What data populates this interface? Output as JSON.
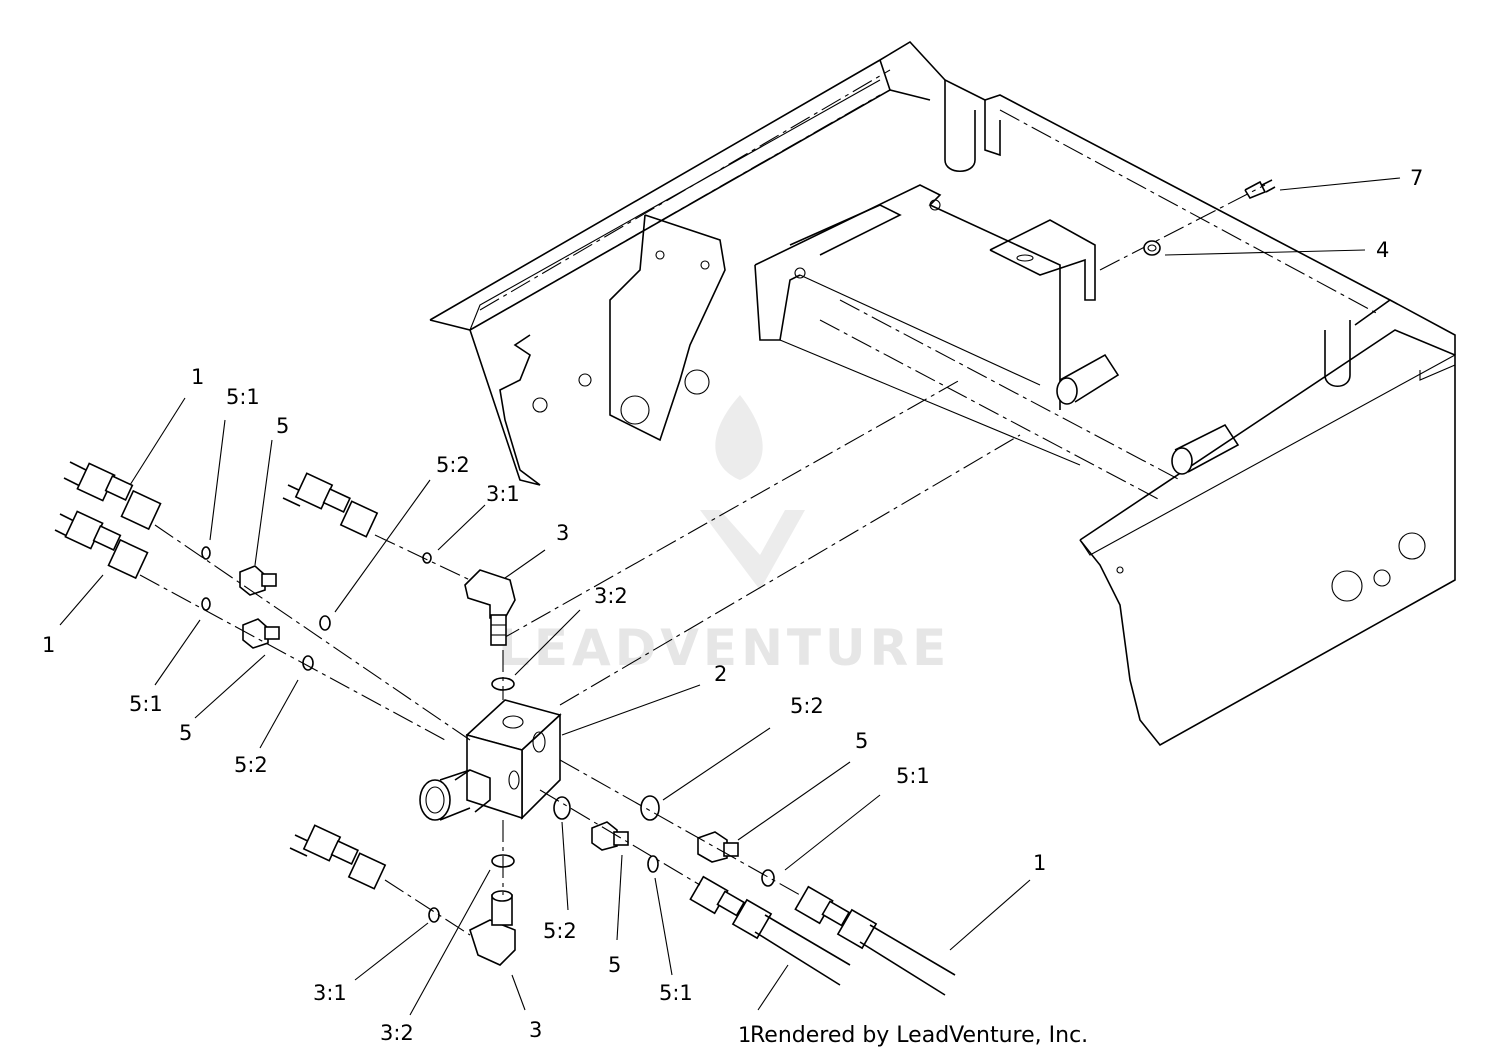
{
  "watermark": {
    "text": "LEADVENTURE"
  },
  "credit": {
    "text": "Rendered by LeadVenture, Inc."
  },
  "callouts": {
    "c1_left_top": "1",
    "c1_left_bottom": "1",
    "c1_right": "1",
    "c1_bottom": "1",
    "c2": "2",
    "c3_top": "3",
    "c3_bottom": "3",
    "c3_1_top": "3:1",
    "c3_1_bottom": "3:1",
    "c3_2_top": "3:2",
    "c3_2_bottom": "3:2",
    "c4": "4",
    "c5_top": "5",
    "c5_left": "5",
    "c5_right": "5",
    "c5_bottom": "5",
    "c5_1_top": "5:1",
    "c5_1_left": "5:1",
    "c5_1_right": "5:1",
    "c5_1_bottom": "5:1",
    "c5_2_top": "5:2",
    "c5_2_left": "5:2",
    "c5_2_right": "5:2",
    "c5_2_bottom": "5:2",
    "c7": "7"
  }
}
